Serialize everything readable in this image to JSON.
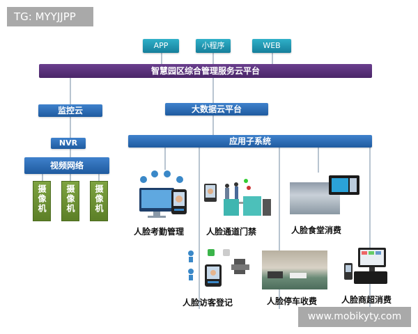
{
  "watermarks": {
    "top_left": "TG: MYYJJPP",
    "bottom_right": "www.mobikyty.com"
  },
  "top_buttons": {
    "app": "APP",
    "mini_program": "小程序",
    "web": "WEB"
  },
  "platform": "智慧园区综合管理服务云平台",
  "monitor_cloud": "监控云",
  "big_data": "大数据云平台",
  "nvr": "NVR",
  "app_system": "应用子系统",
  "video_network": "视频网络",
  "cameras": [
    "摄像机",
    "摄像机",
    "摄像机"
  ],
  "subsystems": {
    "attendance": "人脸考勤管理",
    "gate": "人脸通道门禁",
    "canteen": "人脸食堂消费",
    "visitor": "人脸访客登记",
    "parking": "人脸停车收费",
    "supermarket": "人脸商超消费"
  },
  "colors": {
    "teal": "#1f9bb7",
    "purple": "#5a3279",
    "blue": "#2d6db5",
    "green": "#6b9132"
  }
}
